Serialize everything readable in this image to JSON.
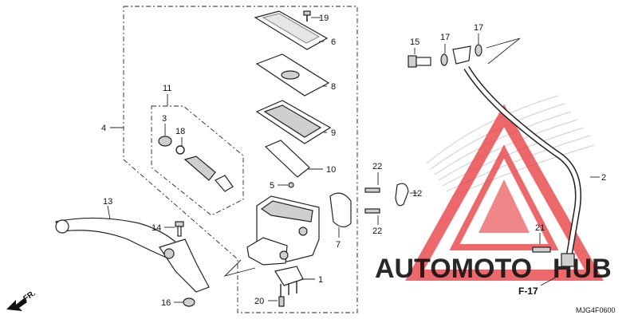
{
  "diagram": {
    "callouts": {
      "p1": "1",
      "p2": "2",
      "p3": "3",
      "p4": "4",
      "p5": "5",
      "p6": "6",
      "p7": "7",
      "p8": "8",
      "p9": "9",
      "p10": "10",
      "p11": "11",
      "p12": "12",
      "p13": "13",
      "p14": "14",
      "p15": "15",
      "p16": "16",
      "p17a": "17",
      "p17b": "17",
      "p18": "18",
      "p19": "19",
      "p20": "20",
      "p21": "21",
      "p22a": "22",
      "p22b": "22"
    },
    "direction_label": "FR.",
    "ref_label": "F-17",
    "diagram_code": "MJG4F0600"
  },
  "watermark": {
    "brand_auto": "AUTOMOTO",
    "brand_hub": "HUB",
    "colors": {
      "triangle": "#e8474b",
      "auto": "#f5c77e",
      "hub": "#8a8a8a"
    }
  }
}
